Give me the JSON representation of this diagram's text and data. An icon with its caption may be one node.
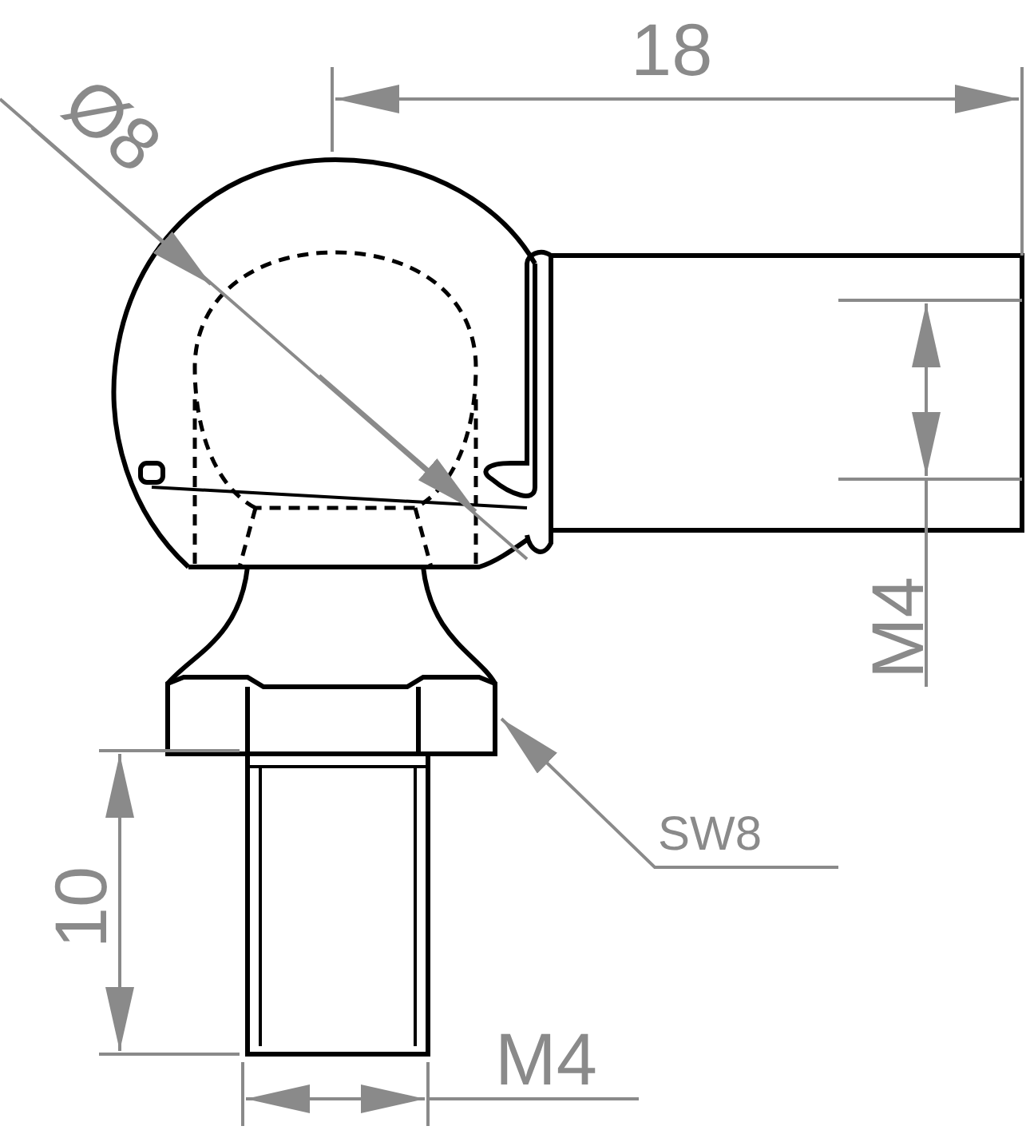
{
  "diagram": {
    "nodes": [
      {
        "text": [
          "SW8"
        ]
      },
      {
        "text": [],
        "shape": "picture"
      }
    ],
    "edges": [
      {
        "from": 0,
        "to": 1,
        "arrow": "to"
      }
    ],
    "labels": [
      "18",
      "Ø8",
      "M4",
      "10",
      "M4"
    ]
  }
}
